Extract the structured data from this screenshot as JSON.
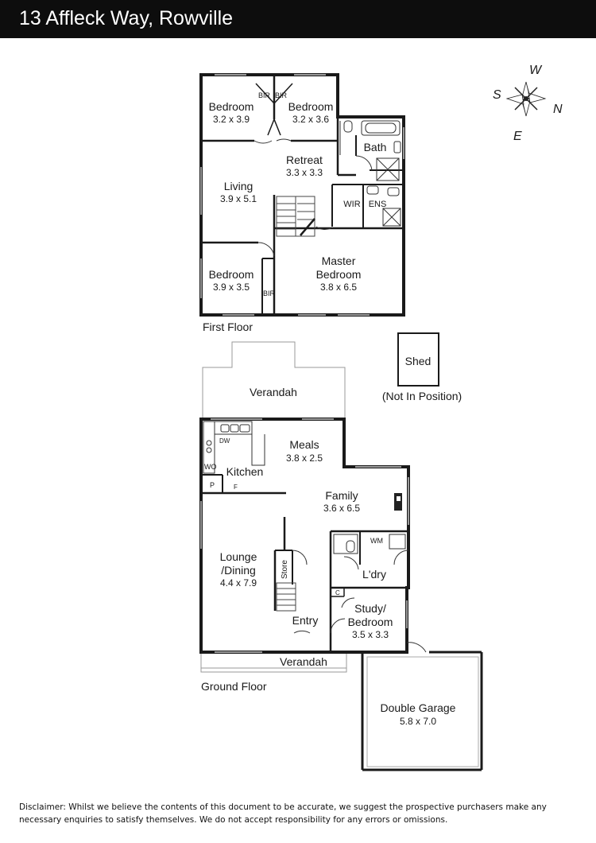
{
  "header": {
    "title": "13 Affleck Way, Rowville"
  },
  "compass": {
    "w": "W",
    "s": "S",
    "n": "N",
    "e": "E"
  },
  "first_floor": {
    "label": "First Floor",
    "rooms": {
      "bedroom_left": {
        "name": "Bedroom",
        "dim": "3.2 x 3.9"
      },
      "bedroom_right": {
        "name": "Bedroom",
        "dim": "3.2 x 3.6"
      },
      "retreat": {
        "name": "Retreat",
        "dim": "3.3 x 3.3"
      },
      "living": {
        "name": "Living",
        "dim": "3.9 x 5.1"
      },
      "bath": {
        "name": "Bath"
      },
      "wir": {
        "name": "WIR"
      },
      "ens": {
        "name": "ENS"
      },
      "bedroom_lower": {
        "name": "Bedroom",
        "dim": "3.9 x 3.5"
      },
      "master": {
        "name": "Master",
        "name2": "Bedroom",
        "dim": "3.8 x 6.5"
      }
    },
    "bir_1": "BIR",
    "bir_2": "BIR",
    "bir_3": "BIR"
  },
  "shed": {
    "name": "Shed",
    "note": "(Not In Position)"
  },
  "ground_floor": {
    "label": "Ground Floor",
    "rooms": {
      "verandah_rear": {
        "name": "Verandah"
      },
      "meals": {
        "name": "Meals",
        "dim": "3.8 x 2.5"
      },
      "kitchen": {
        "name": "Kitchen"
      },
      "family": {
        "name": "Family",
        "dim": "3.6 x 6.5"
      },
      "lounge": {
        "name": "Lounge",
        "name2": "/Dining",
        "dim": "4.4 x 7.9"
      },
      "store": {
        "name": "Store"
      },
      "laundry": {
        "name": "L'dry"
      },
      "study": {
        "name": "Study/",
        "name2": "Bedroom",
        "dim": "3.5 x 3.3"
      },
      "entry": {
        "name": "Entry"
      },
      "verandah_front": {
        "name": "Verandah"
      },
      "garage": {
        "name": "Double Garage",
        "dim": "5.8 x 7.0"
      }
    },
    "fixtures": {
      "dw": "DW",
      "wo": "WO",
      "p": "P",
      "f": "F",
      "wm": "WM",
      "c": "C"
    }
  },
  "disclaimer": "Disclaimer: Whilst we believe the contents of this document to be accurate, we suggest the prospective purchasers make any necessary enquiries to satisfy themselves. We do not accept responsibility for any errors or omissions."
}
